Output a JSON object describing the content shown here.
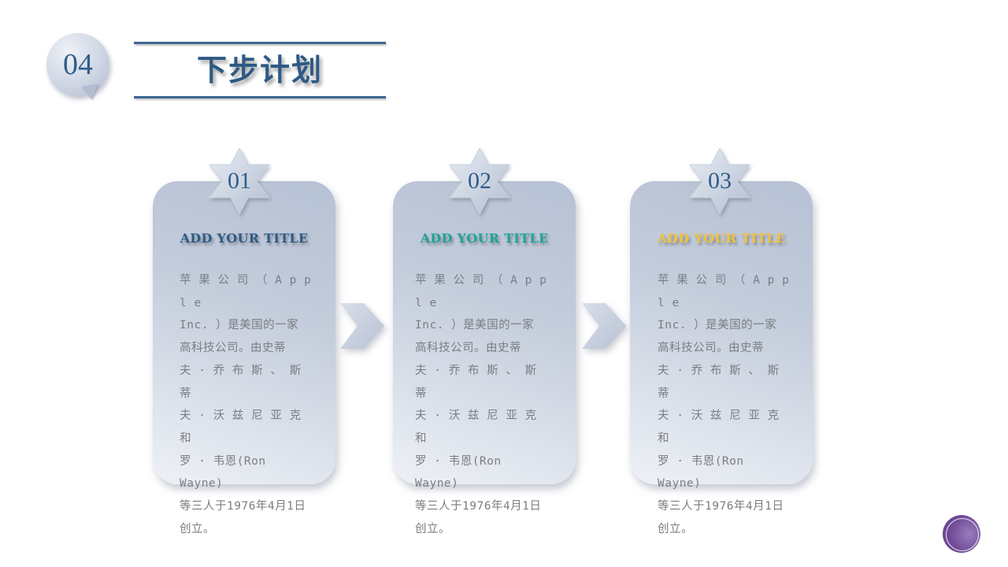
{
  "header": {
    "section_number": "04",
    "title": "下步计划"
  },
  "cards": [
    {
      "number": "01",
      "title": "ADD YOUR TITLE",
      "title_color": "#2e5a84",
      "body": "苹 果 公 司 （ A p p l e\nInc. ）是美国的一家\n高科技公司。由史蒂\n夫 · 乔 布 斯 、 斯 蒂\n夫 · 沃 兹 尼 亚 克 和\n罗 · 韦恩(Ron Wayne)\n等三人于1976年4月1日\n创立。"
    },
    {
      "number": "02",
      "title": "ADD YOUR TITLE",
      "title_color": "#1fa39a",
      "body": "苹 果 公 司 （ A p p l e\nInc. ）是美国的一家\n高科技公司。由史蒂\n夫 · 乔 布 斯 、 斯 蒂\n夫 · 沃 兹 尼 亚 克 和\n罗 · 韦恩(Ron Wayne)\n等三人于1976年4月1日\n创立。"
    },
    {
      "number": "03",
      "title": "ADD YOUR TITLE",
      "title_color": "#f2c23a",
      "body": "苹 果 公 司 （ A p p l e\nInc. ）是美国的一家\n高科技公司。由史蒂\n夫 · 乔 布 斯 、 斯 蒂\n夫 · 沃 兹 尼 亚 克 和\n罗 · 韦恩(Ron Wayne)\n等三人于1976年4月1日\n创立。"
    }
  ],
  "icons": {
    "arrow": "chevron-right-icon",
    "star": "six-point-star-icon",
    "logo": "circle-logo-icon"
  },
  "colors": {
    "accent_blue": "#2e5a84",
    "rule_blue": "#3d6690",
    "teal": "#1fa39a",
    "gold": "#f2c23a",
    "body_text": "#7a7d82",
    "logo_purple": "#6f4a97"
  }
}
